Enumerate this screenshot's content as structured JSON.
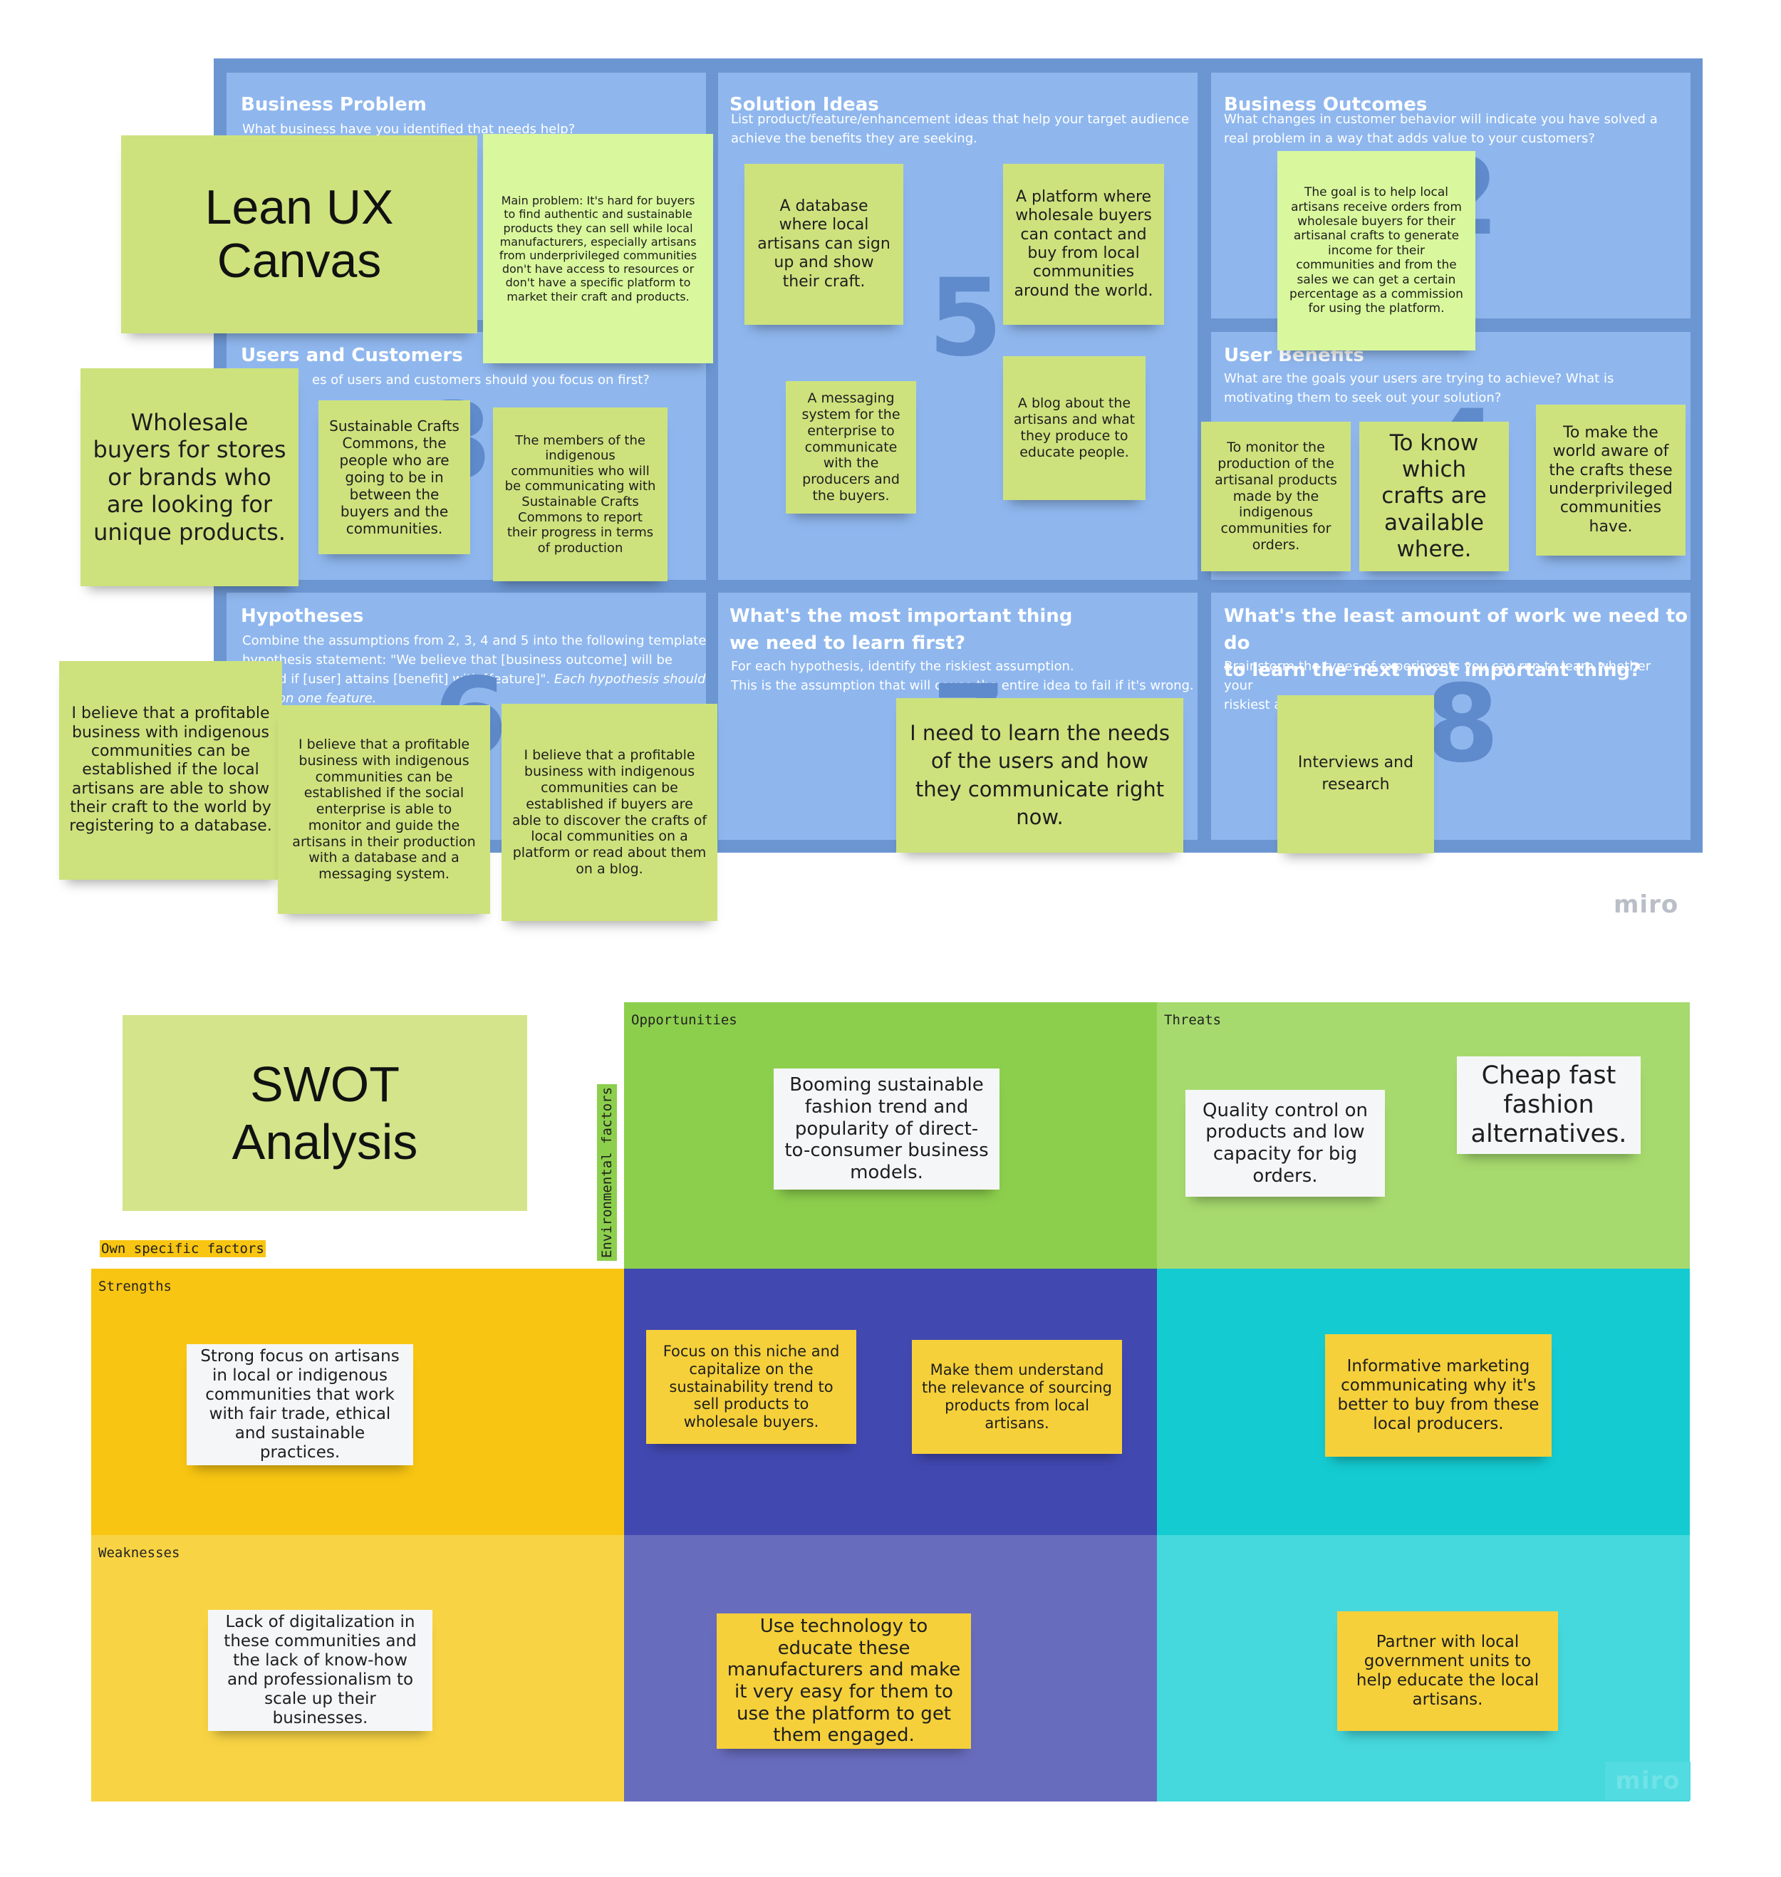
{
  "lean": {
    "title": "Lean UX\nCanvas",
    "business_problem": {
      "title": "Business Problem",
      "desc": "What business have you identified that needs help?"
    },
    "solution_ideas": {
      "title": "Solution Ideas",
      "desc": "List product/feature/enhancement ideas that help your target audience achieve the benefits they are seeking.",
      "num": "5"
    },
    "business_outcomes": {
      "title": "Business Outcomes",
      "desc": "What changes in customer behavior will indicate you have solved a real problem in a way that adds value to your customers?",
      "num": "2"
    },
    "users_customers": {
      "title": "Users and Customers",
      "desc": "es of users and customers should you focus on first?",
      "num": "3"
    },
    "user_benefits": {
      "title": "User Benefits",
      "desc": "What are the goals your users are trying to achieve? What is motivating them to seek out your solution?",
      "num": "4"
    },
    "hypotheses": {
      "title": "Hypotheses",
      "desc_1": "Combine the assumptions from 2, 3, 4 and 5 into the following template",
      "desc_2": "hypothesis statement: \"We believe that [business outcome] will be",
      "desc_3": "ed if [user] attains [benefit] with [feature]\".",
      "desc_3_em": "Each hypothesis should",
      "desc_4_em": "on one feature.",
      "num": "6"
    },
    "most_important": {
      "title_1": "What's the most important thing",
      "title_2": "we need to learn first?",
      "desc_1": "For each hypothesis, identify the riskiest assumption.",
      "desc_2": "This is the assumption that will cause the entire idea to fail if it's wrong.",
      "num": "7"
    },
    "least_work": {
      "title_1": "What's the least amount of work we need to do",
      "title_2": "to learn the next most important thing?",
      "desc_1": "Brainstorm the types of experiments you can run to learn whether your",
      "desc_2": "riskiest assumption is true or false.",
      "num": "8"
    },
    "stickies": {
      "problem": "Main problem: It's hard for buyers to find authentic and sustainable products they can sell while local manufacturers, especially artisans from underprivileged communities don't have access to resources or don't have a specific platform to market their craft and products.",
      "sol_database": "A database where local artisans can sign up and show their craft.",
      "sol_platform": "A platform where wholesale buyers can contact and buy from local communities around the world.",
      "sol_messaging": "A messaging system for the enterprise to communicate with the producers and the buyers.",
      "sol_blog": "A blog about the artisans and what they produce to educate people.",
      "outcome_goal": "The goal is to help local artisans receive orders from wholesale buyers for their artisanal crafts to generate income for their communities and from the sales we can get a certain percentage as a commission for using the platform.",
      "users_wholesale": "Wholesale buyers for stores or brands who are looking for unique products.",
      "users_scc": "Sustainable Crafts Commons, the people who are going to be in between the buyers and the communities.",
      "users_members": "The members of the indigenous communities who will be communicating with Sustainable Crafts Commons to report their progress in terms of production",
      "benefit_monitor": "To monitor the production of the artisanal products made by the indigenous communities for orders.",
      "benefit_know": "To know which crafts are available where.",
      "benefit_aware": "To make the world aware of the crafts these underprivileged communities have.",
      "hyp_1": "I believe that a profitable business with indigenous communities can be established if the local artisans are able to show their craft to the world by registering to a database.",
      "hyp_2": "I believe that a profitable business with indigenous communities can be established if the social enterprise is able to monitor and guide the artisans in their production with a database and a messaging system.",
      "hyp_3": "I believe that a profitable business with indigenous communities can be established if buyers are able to discover the crafts of local communities on a platform or read about them on a blog.",
      "learn_needs": "I need to learn the needs of the users and how they communicate right now.",
      "interviews": "Interviews and research"
    },
    "miro": "miro"
  },
  "swot": {
    "title": "SWOT\nAnalysis",
    "own_factors": "Own specific factors",
    "env_factors": "Environmental factors",
    "opportunities": "Opportunities",
    "threats": "Threats",
    "strengths": "Strengths",
    "weaknesses": "Weaknesses",
    "notes": {
      "opp_booming": "Booming sustainable fashion trend and popularity of direct-to-consumer business models.",
      "thr_quality": "Quality control on products and low capacity for big orders.",
      "thr_cheap": "Cheap fast fashion alternatives.",
      "str_focus": "Strong focus on artisans in local or indigenous communities that work with fair trade, ethical and sustainable practices.",
      "so_niche": "Focus on this niche and capitalize on the sustainability trend to sell products to wholesale buyers.",
      "so_relevance": "Make them understand the relevance of sourcing products from local artisans.",
      "st_marketing": "Informative marketing communicating why it's better to buy from these local producers.",
      "weak_digital": "Lack of digitalization in these communities and the lack of know-how and professionalism to scale up their businesses.",
      "wo_tech": "Use technology to educate these manufacturers and make it very easy for them to use the platform to get them engaged.",
      "wt_partner": "Partner with local government units to help educate the local artisans."
    },
    "miro": "miro",
    "colors": {
      "opportunities": "#8ccf4d",
      "threats": "#a6da6e",
      "strengths": "#f8c512",
      "so": "#4148b0",
      "st": "#14cbd1",
      "weaknesses": "#f8d444",
      "wo": "#686cbd",
      "wt": "#45d8dc"
    }
  }
}
